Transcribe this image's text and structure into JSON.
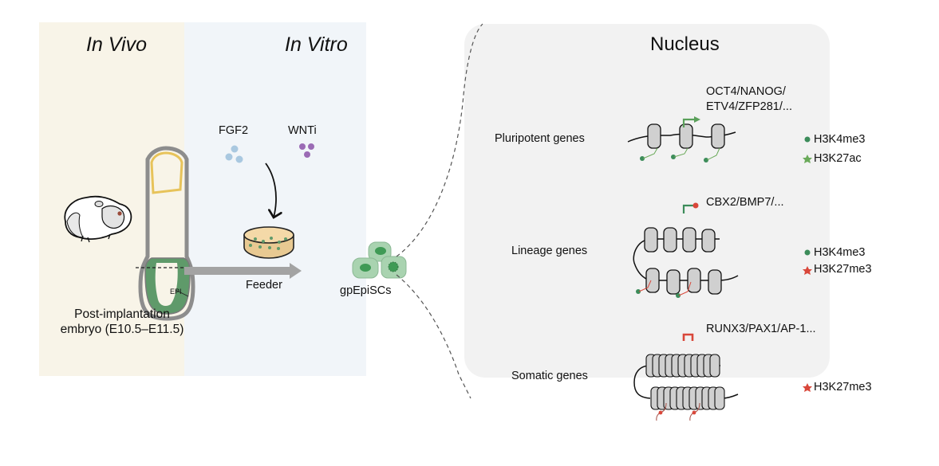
{
  "panels": {
    "in_vivo": {
      "title": "In Vivo",
      "embryo_label_line1": "Post-implantation",
      "embryo_label_line2": "embryo (E10.5–E11.5)",
      "epi_label": "EPI",
      "background_color": "#f8f4e8"
    },
    "in_vitro": {
      "title": "In Vitro",
      "factors": [
        {
          "label": "FGF2",
          "color": "#a9c8e0"
        },
        {
          "label": "WNTi",
          "color": "#9b6bb5"
        }
      ],
      "feeder_label": "Feeder",
      "cells_label": "gpEpiSCs",
      "background_color": "#f1f5f9"
    },
    "nucleus": {
      "title": "Nucleus",
      "background_color": "#f2f2f2",
      "rows": [
        {
          "category": "Pluripotent genes",
          "genes_line1": "OCT4/NANOG/",
          "genes_line2": "ETV4/ZFP281/...",
          "promoter_state": "active",
          "marks": [
            {
              "label": "H3K4me3",
              "symbol": "dot",
              "color": "#3c8c5a"
            },
            {
              "label": "H3K27ac",
              "symbol": "star",
              "color": "#6aaa5a"
            }
          ]
        },
        {
          "category": "Lineage genes",
          "genes_line1": "CBX2/BMP7/...",
          "promoter_state": "bivalent",
          "marks": [
            {
              "label": "H3K4me3",
              "symbol": "dot",
              "color": "#3c8c5a"
            },
            {
              "label": "H3K27me3",
              "symbol": "star",
              "color": "#d9473a"
            }
          ]
        },
        {
          "category": "Somatic genes",
          "genes_line1": "RUNX3/PAX1/AP-1...",
          "promoter_state": "repressed",
          "marks": [
            {
              "label": "H3K27me3",
              "symbol": "star",
              "color": "#d9473a"
            }
          ]
        }
      ]
    }
  }
}
